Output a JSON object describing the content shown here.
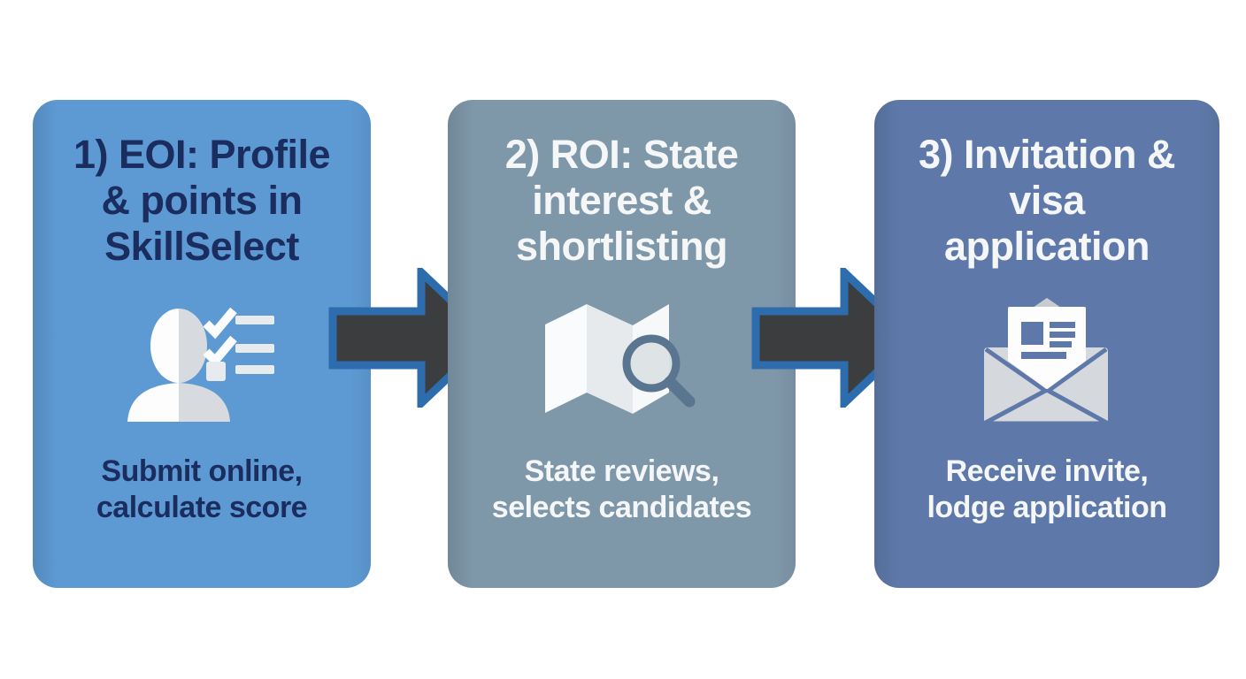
{
  "figure": {
    "type": "process-flow",
    "background": "#ffffff",
    "step_count": 3
  },
  "steps": [
    {
      "title_lines": [
        "1) EOI: Profile",
        "& points in",
        "SkillSelect"
      ],
      "subtitle_lines": [
        "Submit online,",
        "calculate score"
      ],
      "icon": "person-checklist-icon",
      "colors": {
        "card": "#5d99d2",
        "text": "#1b2d5f"
      }
    },
    {
      "title_lines": [
        "2) ROI: State",
        "interest &",
        "shortlisting"
      ],
      "subtitle_lines": [
        "State reviews,",
        "selects candidates"
      ],
      "icon": "map-search-icon",
      "colors": {
        "card": "#7e97a9",
        "text": "#f4f6f7"
      }
    },
    {
      "title_lines": [
        "3) Invitation &",
        "visa",
        "application"
      ],
      "subtitle_lines": [
        "Receive invite,",
        "lodge application"
      ],
      "icon": "envelope-letter-icon",
      "colors": {
        "card": "#5e79a9",
        "text": "#f4f6f7"
      }
    }
  ],
  "arrows": {
    "direction": "right",
    "fill": "#3b3d3f",
    "stroke": "#2d6dae"
  },
  "icon_colors": {
    "white": "#fbfcfd",
    "light_gray": "#e7ebee",
    "mid_gray": "#d6dade",
    "dark_gray": "#c7ccd1",
    "steel_blue": "#5a7590"
  }
}
